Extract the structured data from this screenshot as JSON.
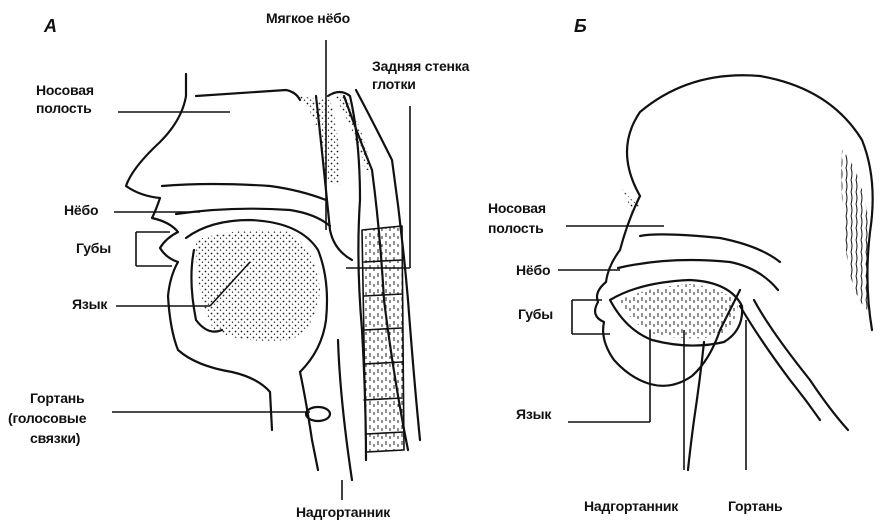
{
  "panels": {
    "a": {
      "letter": "А",
      "soft_palate": "Мягкое нёбо",
      "pharynx_wall_1": "Задняя стенка",
      "pharynx_wall_2": "глотки",
      "nasal_1": "Носовая",
      "nasal_2": "полость",
      "palate": "Нёбо",
      "lips": "Губы",
      "tongue": "Язык",
      "larynx_1": "Гортань",
      "larynx_2": "(голосовые",
      "larynx_3": "связки)",
      "epiglottis": "Надгортанник"
    },
    "b": {
      "letter": "Б",
      "nasal_1": "Носовая",
      "nasal_2": "полость",
      "palate": "Нёбо",
      "lips": "Губы",
      "tongue": "Язык",
      "epiglottis": "Надгортанник",
      "larynx": "Гортань"
    }
  }
}
